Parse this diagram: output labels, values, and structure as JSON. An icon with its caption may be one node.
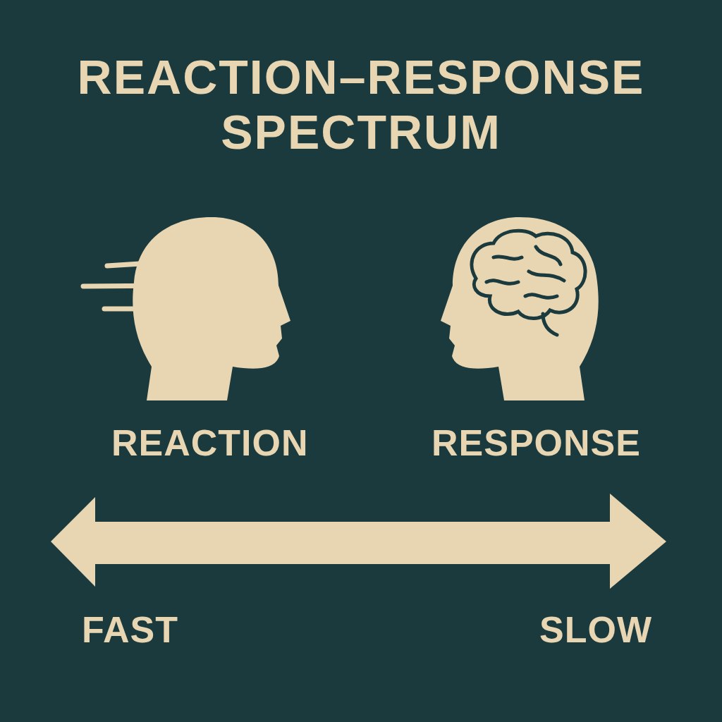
{
  "diagram": {
    "title": "REACTION–RESPONSE SPECTRUM",
    "labels": [
      "REACTION",
      "RESPONSE",
      "FAST",
      "SLOW"
    ]
  }
}
